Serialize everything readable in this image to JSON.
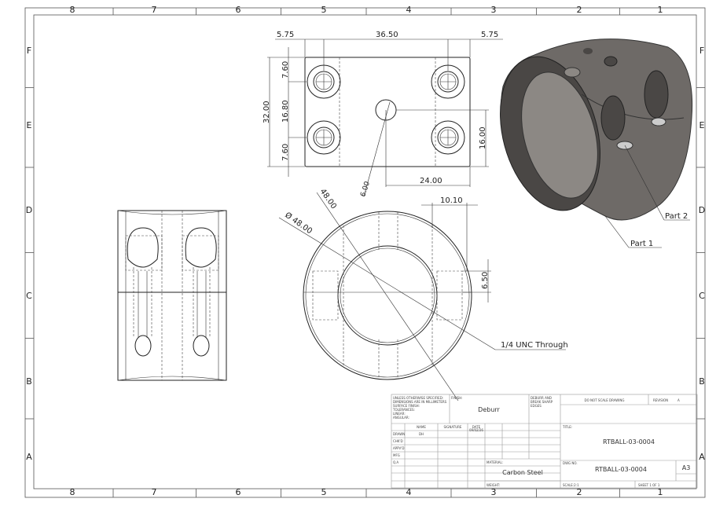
{
  "zones": {
    "columns": [
      "8",
      "7",
      "6",
      "5",
      "4",
      "3",
      "2",
      "1"
    ],
    "rows": [
      "F",
      "E",
      "D",
      "C",
      "B",
      "A"
    ]
  },
  "top_view_dims": {
    "left_edge": "5.75",
    "hole_spacing": "36.50",
    "right_edge": "5.75",
    "overall_height": "32.00",
    "top_offset": "7.60",
    "middle_spacing": "16.80",
    "bottom_offset": "7.60",
    "center_hole_height": "16.00",
    "center_hole_offset": "24.00",
    "center_hole_dia": "6.00"
  },
  "front_view_dims": {
    "inner": "48.00",
    "outer_dia": "Ø 48.00",
    "slot_width": "10.10",
    "slot_depth": "6.50",
    "thread_callout": "1/4 UNC Through"
  },
  "callouts": {
    "part1": "Part 1",
    "part2": "Part 2"
  },
  "title_block": {
    "notes": [
      "UNLESS OTHERWISE SPECIFIED:",
      "DIMENSIONS ARE IN MILLIMETERS",
      "SURFACE FINISH:",
      "TOLERANCES:",
      "LINEAR:",
      "ANGULAR:"
    ],
    "finish_label": "FINISH:",
    "finish": "Deburr",
    "deburr_note": [
      "DEBURR AND",
      "BREAK SHARP",
      "EDGES"
    ],
    "do_not_scale": "DO NOT SCALE DRAWING",
    "revision_label": "REVISION",
    "revision": "A",
    "headers": {
      "name": "NAME",
      "signature": "SIGNATURE",
      "date": "DATE"
    },
    "roles": [
      "DRAWN",
      "CHK'D",
      "APPV'D",
      "MFG",
      "Q.A"
    ],
    "drawn_name": "DH",
    "drawn_date": "09/02/26",
    "title_label": "TITLE:",
    "title": "RTBALL-03-0004",
    "material_label": "MATERIAL:",
    "material": "Carbon Steel",
    "dwg_no_label": "DWG NO.",
    "dwg_no": "RTBALL-03-0004",
    "size": "A3",
    "weight_label": "WEIGHT:",
    "scale": "SCALE:2:1",
    "sheet": "SHEET 1 OF 1"
  }
}
